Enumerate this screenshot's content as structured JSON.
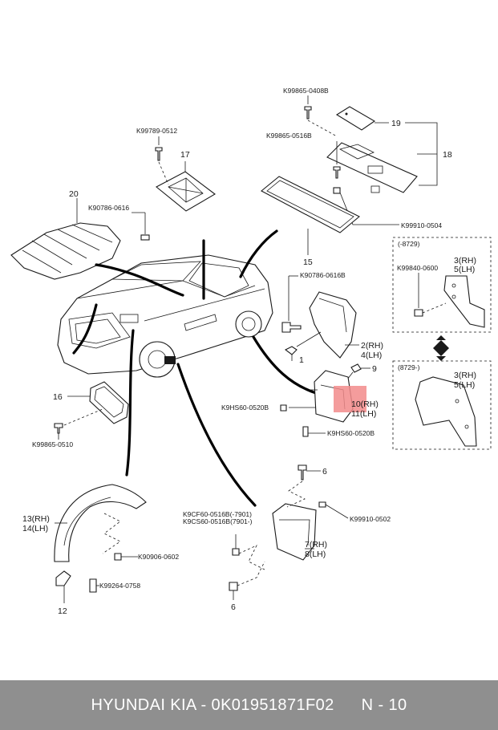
{
  "labels": {
    "k99865_0408b": "K99865-0408B",
    "k99789_0512": "K99789-0512",
    "k99865_0516b": "K99865-0516B",
    "k90786_0616_left": "K90786-0616",
    "k99910_0504": "K99910-0504",
    "k90786_0616b": "K90786-0616B",
    "note_8729_upper": "(-8729)",
    "k99840_0600": "K99840-0600",
    "note_8729_lower": "(8729-)",
    "k9hs60_0520b_left": "K9HS60-0520B",
    "k9hs60_0520b_right": "K9HS60-0520B",
    "k99865_0510": "K99865-0510",
    "k9cf60_0516b": "K9CF60-0516B(-7901)",
    "k9cs60_0516b": "K9CS60-0516B(7901-)",
    "k99910_0502": "K99910-0502",
    "k90906_0602": "K90906-0602",
    "k99264_0758": "K99264-0758"
  },
  "callouts": {
    "n1": "1",
    "n2_4": "2(RH)",
    "n4": "4(LH)",
    "n3_5_upper": "3(RH)",
    "n5_upper": "5(LH)",
    "n3_5_lower": "3(RH)",
    "n5_lower": "5(LH)",
    "n6_top": "6",
    "n6_bottom": "6",
    "n7": "7(RH)",
    "n8": "8(LH)",
    "n9": "9",
    "n10": "10(RH)",
    "n11": "11(LH)",
    "n12": "12",
    "n13": "13(RH)",
    "n14": "14(LH)",
    "n15": "15",
    "n16": "16",
    "n17": "17",
    "n18": "18",
    "n19": "19",
    "n20": "20"
  },
  "highlight_color": "#f28b8b",
  "footer": {
    "brand": "HYUNDAI  KIA - 0K01951871F02",
    "page": "N - 10"
  }
}
